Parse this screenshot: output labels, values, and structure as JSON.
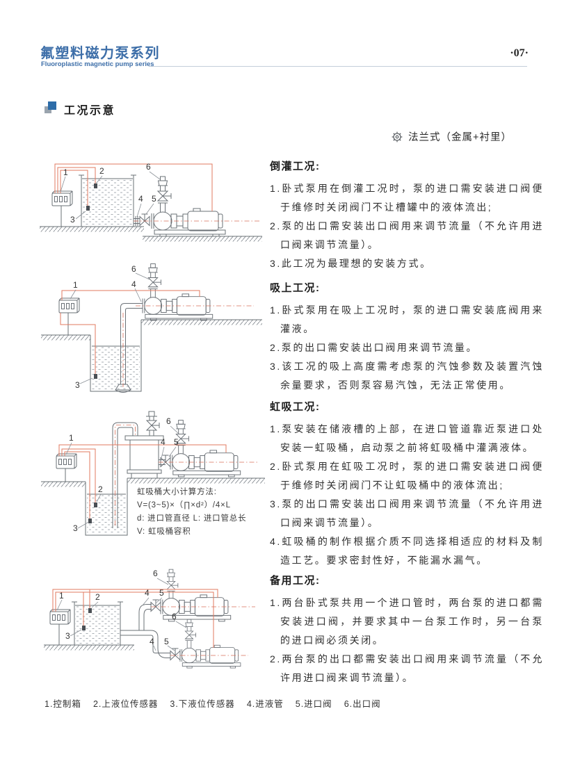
{
  "header": {
    "title_cn": "氟塑料磁力泵系列",
    "title_en": "Fluoroplastic magnetic pump series",
    "page_number": "·07·"
  },
  "section": {
    "title": "工况示意"
  },
  "flange_type": {
    "label": "法兰式（金属+衬里）"
  },
  "blocks": [
    {
      "heading": "倒灌工况:",
      "items": [
        "1.卧式泵用在倒灌工况时，泵的进口需安装进口阀便于维修时关闭阀门不让槽罐中的液体流出;",
        "2.泵的出口需安装出口阀用来调节流量（不允许用进口阀来调节流量）。",
        "3.此工况为最理想的安装方式。"
      ]
    },
    {
      "heading": "吸上工况:",
      "items": [
        "1.卧式泵用在吸上工况时，泵的进口需安装底阀用来灌液。",
        "2.泵的出口需安装出口阀用来调节流量。",
        "3.该工况的吸上高度需考虑泵的汽蚀参数及装置汽蚀余量要求，否则泵容易汽蚀，无法正常使用。"
      ]
    },
    {
      "heading": "虹吸工况:",
      "items": [
        "1.泵安装在储液槽的上部，在进口管道靠近泵进口处安装一虹吸桶，启动泵之前将虹吸桶中灌满液体。",
        "2.卧式泵用在虹吸工况时，泵的进口需安装进口阀便于维修时关闭阀门不让虹吸桶中的液体流出;",
        "3.泵的出口需安装出口阀用来调节流量（不允许用进口阀来调节流量）。",
        "4.虹吸桶的制作根据介质不同选择相适应的材料及制造工艺。要求密封性好，不能漏水漏气。"
      ]
    },
    {
      "heading": "备用工况:",
      "items": [
        "1.两台卧式泵共用一个进口管时，两台泵的进口都需安装进口阀，并要求其中一台泵工作时，另一台泵的进口阀必须关闭。",
        "2.两台泵的出口都需安装出口阀用来调节流量（不允许用进口阀来调节流量）。"
      ]
    }
  ],
  "formula": {
    "title": "虹吸桶大小计算方法:",
    "line1": "V=(3~5)×（∏×d²）/4×L",
    "line2": "d: 进口管直径  L: 进口管总长",
    "line3": "V: 虹吸桶容积"
  },
  "legend": {
    "items": [
      "1.控制箱",
      "2.上液位传感器",
      "3.下液位传感器",
      "4.进液管",
      "5.进口阀",
      "6.出口阀"
    ]
  },
  "labels": {
    "n1": "1",
    "n2": "2",
    "n3": "3",
    "n4": "4",
    "n5": "5",
    "n6": "6"
  },
  "colors": {
    "accent_blue": "#3e6fa9",
    "wire_red": "#e2795f",
    "line_gray": "#6a7076"
  }
}
